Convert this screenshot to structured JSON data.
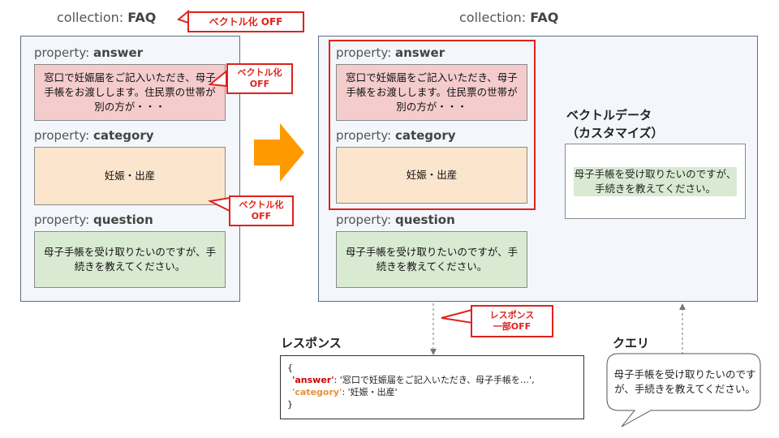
{
  "left": {
    "collection_prefix": "collection: ",
    "collection_name": "FAQ",
    "callout_top": "ベクトル化 OFF",
    "prop_answer_prefix": "property: ",
    "prop_answer_name": "answer",
    "answer_text": "窓口で妊娠届をご記入いただき、母子手帳をお渡しします。住民票の世帯が別の方が・・・",
    "callout_answer": [
      "ベクトル化",
      "OFF"
    ],
    "prop_category_prefix": "property: ",
    "prop_category_name": "category",
    "category_text": "妊娠・出産",
    "callout_category": [
      "ベクトル化",
      "OFF"
    ],
    "prop_question_prefix": "property: ",
    "prop_question_name": "question",
    "question_text": "母子手帳を受け取りたいのですが、手続きを教えてください。"
  },
  "right": {
    "collection_prefix": "collection: ",
    "collection_name": "FAQ",
    "prop_answer_prefix": "property: ",
    "prop_answer_name": "answer",
    "answer_text": "窓口で妊娠届をご記入いただき、母子手帳をお渡しします。住民票の世帯が別の方が・・・",
    "prop_category_prefix": "property: ",
    "prop_category_name": "category",
    "category_text": "妊娠・出産",
    "prop_question_prefix": "property: ",
    "prop_question_name": "question",
    "question_text": "母子手帳を受け取りたいのですが、手続きを教えてください。",
    "vector_title_1": "ベクトルデータ",
    "vector_title_2": "（カスタマイズ）",
    "vector_text": "母子手帳を受け取りたいのですが、手続きを教えてください。"
  },
  "response": {
    "heading": "レスポンス",
    "callout": [
      "レスポンス",
      "一部OFF"
    ],
    "open_brace": "{",
    "answer_key": "'answer'",
    "answer_value": ": '窓口で妊娠届をご記入いただき、母子手帳を…',",
    "category_key": "'category'",
    "category_value": ": '妊娠・出産'",
    "close_brace": "}"
  },
  "query": {
    "heading": "クエリ",
    "text": "母子手帳を受け取りたいのですが、手続きを教えてください。"
  },
  "colors": {
    "callout_red": "#e0211d",
    "arrow_orange": "#ff9900",
    "answer_key": "#cc0000",
    "category_key": "#e69138"
  }
}
